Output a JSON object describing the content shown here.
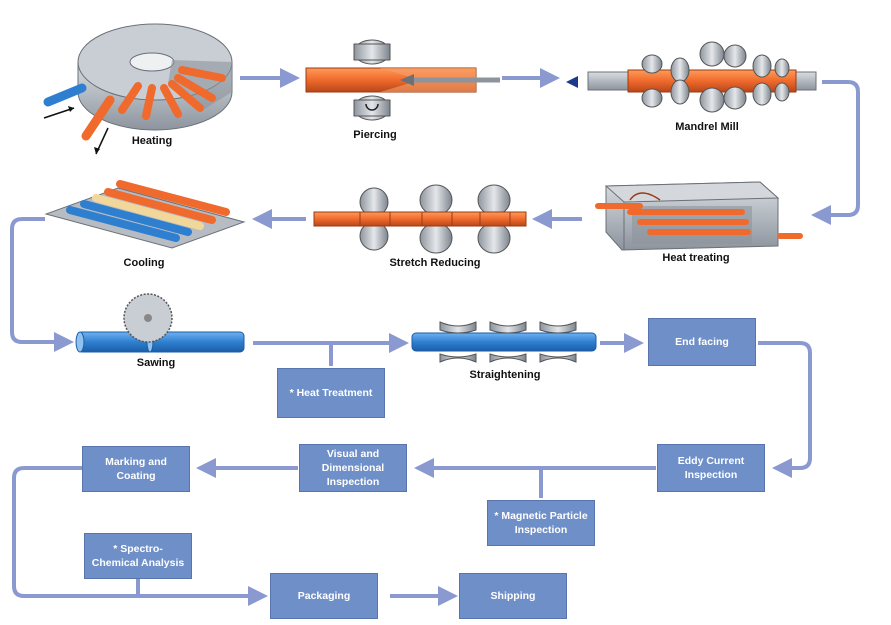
{
  "colors": {
    "flow_line": "#8a9ad0",
    "box_fill": "#6f8fc8",
    "box_text": "#ffffff",
    "pipe_orange": "#ef6a2c",
    "pipe_blue": "#2f7fd0",
    "machine_gray": "#b7bcc3"
  },
  "stages": {
    "heating": "Heating",
    "piercing": "Piercing",
    "mandrel_mill": "Mandrel Mill",
    "heat_treating": "Heat treating",
    "stretch_reducing": "Stretch Reducing",
    "cooling": "Cooling",
    "sawing": "Sawing",
    "straightening": "Straightening"
  },
  "boxes": {
    "heat_treatment": "* Heat Treatment",
    "end_facing": "End facing",
    "eddy_current": "Eddy Current Inspection",
    "visual_dimensional": "Visual and Dimensional Inspection",
    "magnetic_particle": "* Magnetic Particle Inspection",
    "marking_coating": "Marking and Coating",
    "spectro_chemical": "* Spectro-Chemical Analysis",
    "packaging": "Packaging",
    "shipping": "Shipping"
  }
}
